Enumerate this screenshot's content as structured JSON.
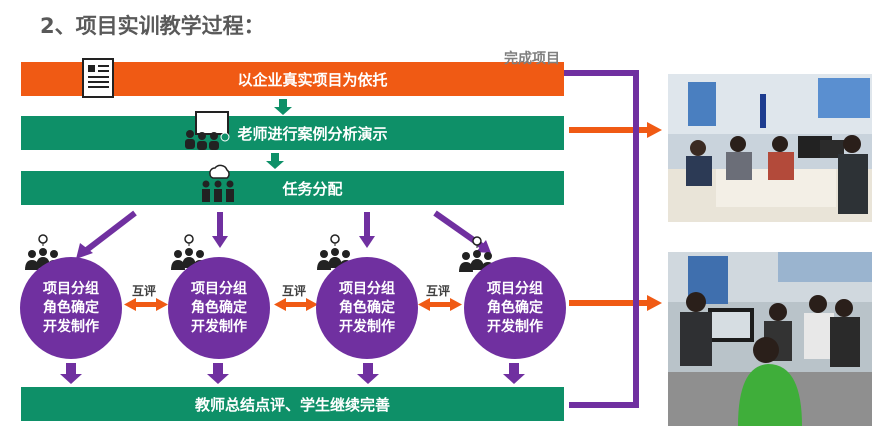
{
  "title": "2、项目实训教学过程：",
  "bars": {
    "top": "以企业真实项目为依托",
    "case": "老师进行案例分析演示",
    "task": "任务分配",
    "summary": "教师总结点评、学生继续完善"
  },
  "circles": [
    {
      "line1": "项目分组",
      "line2": "角色确定",
      "line3": "开发制作"
    },
    {
      "line1": "项目分组",
      "line2": "角色确定",
      "line3": "开发制作"
    },
    {
      "line1": "项目分组",
      "line2": "角色确定",
      "line3": "开发制作"
    },
    {
      "line1": "项目分组",
      "line2": "角色确定",
      "line3": "开发制作"
    }
  ],
  "peer_review": [
    "互评",
    "互评",
    "互评"
  ],
  "feedback_label": "完成项目",
  "colors": {
    "orange": "#f05a14",
    "green": "#0e9068",
    "purple": "#7030a0"
  }
}
